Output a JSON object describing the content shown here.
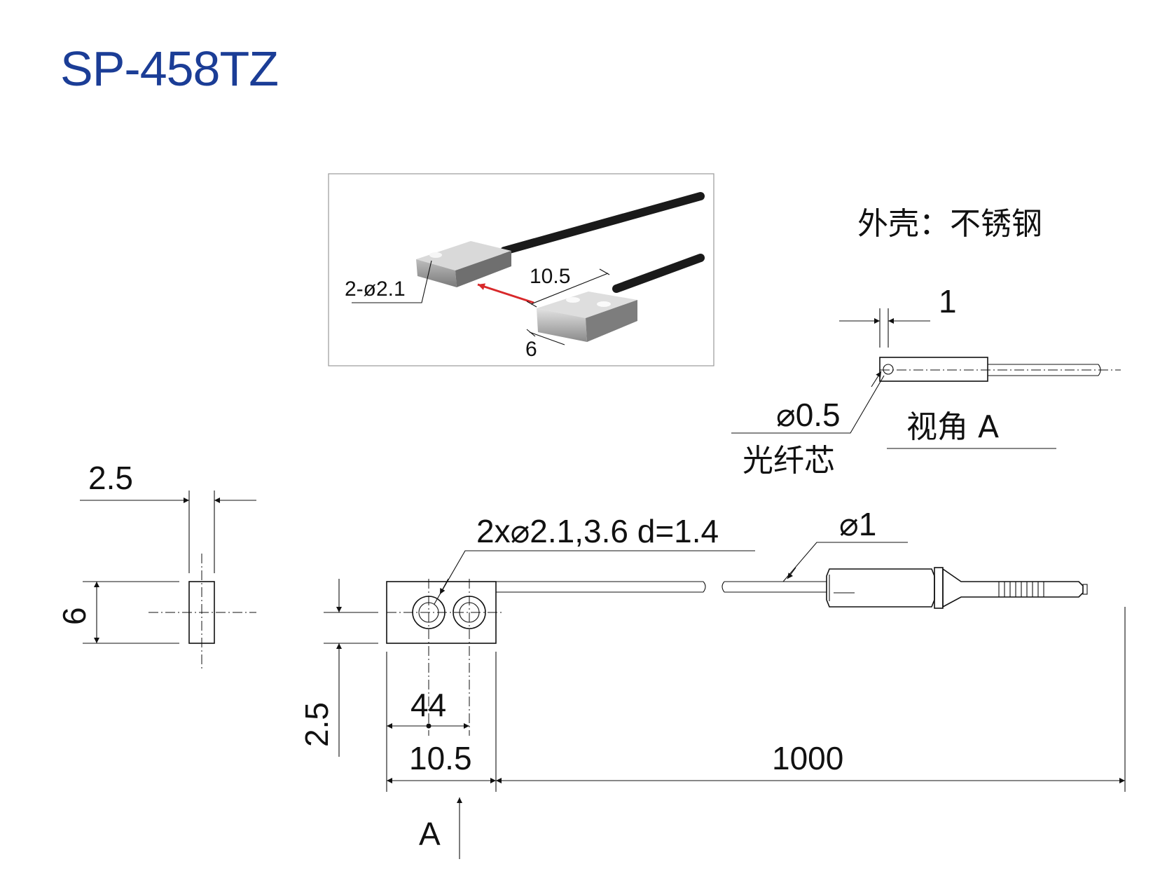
{
  "title": "SP-458TZ",
  "material_label": "外壳：不锈钢",
  "photo": {
    "hole_label": "2-ø2.1",
    "length_label": "10.5",
    "height_label": "6"
  },
  "view_a": {
    "width_label": "1",
    "core_diameter_label": "⌀0.5",
    "core_name": "光纤芯",
    "view_name": "视角 A"
  },
  "side_view": {
    "thickness_label": "2.5",
    "height_label": "6"
  },
  "front_view": {
    "holes_label": "2x⌀2.1,3.6 d=1.4",
    "cable_diameter_label": "⌀1",
    "center_offset_label": "2.5",
    "hole_pitch_label": "44",
    "body_length_label": "10.5",
    "cable_length_label": "1000",
    "view_arrow_label": "A"
  },
  "colors": {
    "title": "#1b3d96",
    "arrow": "#d8282a"
  }
}
